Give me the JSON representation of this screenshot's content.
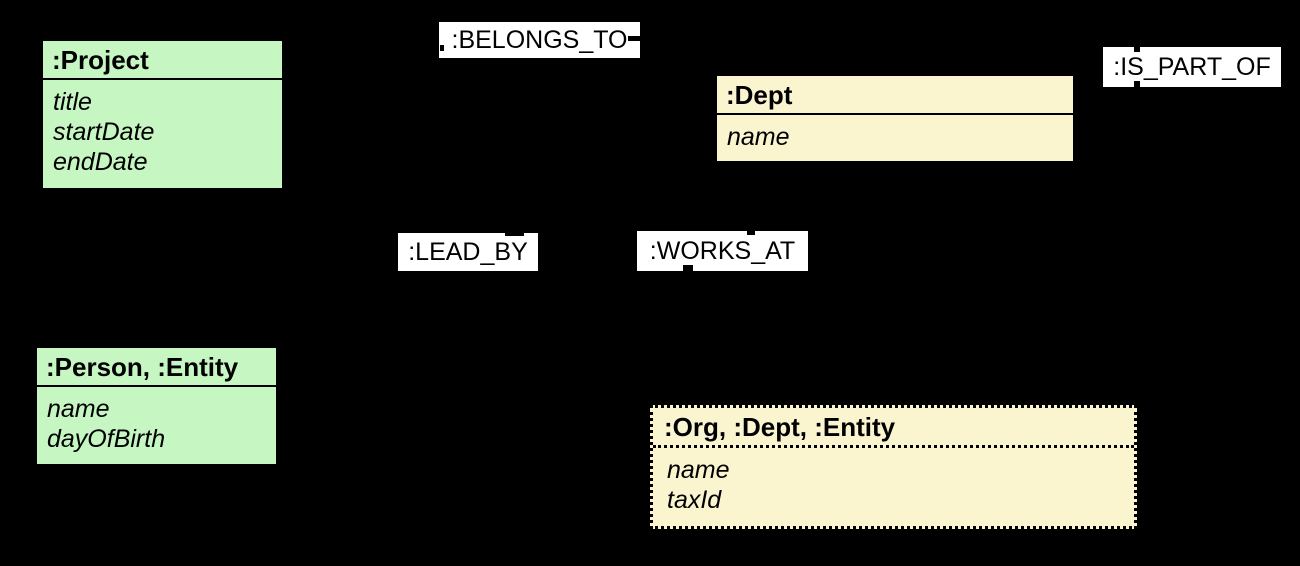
{
  "diagram": {
    "type": "graph-data-model",
    "background_color": "#000000",
    "colors": {
      "node_green_fill": "#c6f6c1",
      "node_yellow_fill": "#faf5cf",
      "node_border": "#000000",
      "relationship_label_background": "#ffffff",
      "text": "#000000"
    },
    "nodes": [
      {
        "id": "project",
        "title": ":Project",
        "attributes": [
          "title",
          "startDate",
          "endDate"
        ],
        "fill": "green",
        "border_style": "solid"
      },
      {
        "id": "dept",
        "title": ":Dept",
        "attributes": [
          "name"
        ],
        "fill": "yellow",
        "border_style": "solid"
      },
      {
        "id": "person",
        "title": ":Person, :Entity",
        "attributes": [
          "name",
          "dayOfBirth"
        ],
        "fill": "green",
        "border_style": "solid"
      },
      {
        "id": "org",
        "title": ":Org, :Dept, :Entity",
        "attributes": [
          "name",
          "taxId"
        ],
        "fill": "yellow",
        "border_style": "dotted"
      }
    ],
    "relationships": [
      {
        "id": "belongs-to",
        "label": ":BELONGS_TO"
      },
      {
        "id": "is-part-of",
        "label": ":IS_PART_OF"
      },
      {
        "id": "lead-by",
        "label": ":LEAD_BY"
      },
      {
        "id": "works-at",
        "label": ":WORKS_AT"
      }
    ]
  }
}
